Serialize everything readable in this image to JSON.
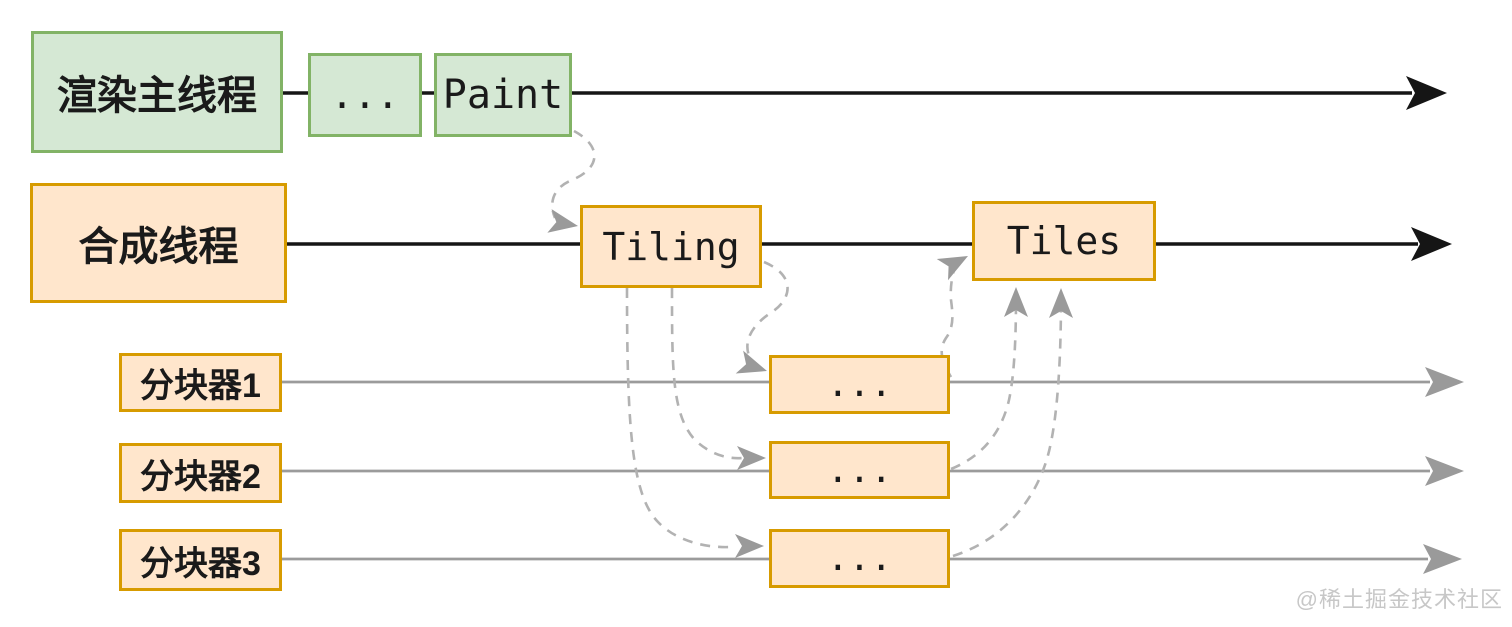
{
  "diagram": {
    "threads": [
      {
        "id": "render-main-thread",
        "label": "渲染主线程",
        "events": [
          "...",
          "Paint"
        ]
      },
      {
        "id": "compositor-thread",
        "label": "合成线程",
        "events": [
          "Tiling",
          "Tiles"
        ]
      },
      {
        "id": "tiler-1",
        "label": "分块器1",
        "events": [
          "..."
        ]
      },
      {
        "id": "tiler-2",
        "label": "分块器2",
        "events": [
          "..."
        ]
      },
      {
        "id": "tiler-3",
        "label": "分块器3",
        "events": [
          "..."
        ]
      }
    ],
    "flows": [
      {
        "from": "Paint",
        "to": "Tiling",
        "style": "dashed"
      },
      {
        "from": "Tiling",
        "to": "tiler-1 ...",
        "style": "dashed"
      },
      {
        "from": "Tiling",
        "to": "tiler-2 ...",
        "style": "dashed"
      },
      {
        "from": "Tiling",
        "to": "tiler-3 ...",
        "style": "dashed"
      },
      {
        "from": "tiler-1 ...",
        "to": "Tiles",
        "style": "dashed"
      },
      {
        "from": "tiler-2 ...",
        "to": "Tiles",
        "style": "dashed"
      },
      {
        "from": "tiler-3 ...",
        "to": "Tiles",
        "style": "dashed"
      }
    ]
  },
  "watermark": "@稀土掘金技术社区",
  "colors": {
    "green_fill": "#d5e8d4",
    "green_stroke": "#82b366",
    "orange_fill": "#ffe6cc",
    "orange_stroke": "#d79b00",
    "line_black": "#151515",
    "line_gray": "#9b9b9b",
    "dash_gray": "#b2b2b2",
    "arrow_gray": "#9a9a9a",
    "text_color": "#1a1a1a",
    "watermark_color": "#c7c7c7",
    "bg": "#ffffff"
  }
}
